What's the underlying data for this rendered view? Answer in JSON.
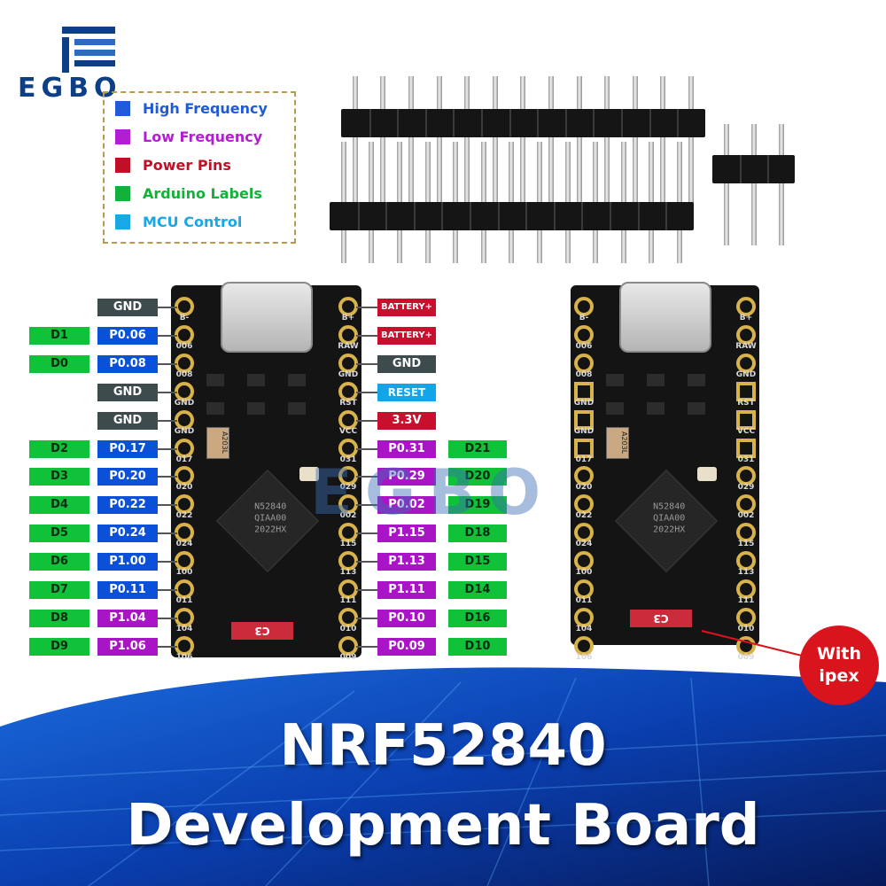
{
  "brand": {
    "logo_text": "EGBO",
    "colors": {
      "navy": "#0c3f86",
      "blue": "#2b6cc0"
    }
  },
  "legend": {
    "items": [
      {
        "label": "High Frequency",
        "color": "#1f5ad8"
      },
      {
        "label": "Low Frequency",
        "color": "#b31fd0"
      },
      {
        "label": "Power Pins",
        "color": "#c01028"
      },
      {
        "label": "Arduino Labels",
        "color": "#13b13a"
      },
      {
        "label": "MCU Control",
        "color": "#1aa7e6"
      }
    ]
  },
  "board_left": {
    "chip_text": [
      "N52840",
      "QIAA00",
      "2022HX"
    ],
    "crystal_text": "A203L",
    "cap_label": "C3",
    "silk_left": [
      "B-",
      "006",
      "008",
      "GND",
      "GND",
      "017",
      "020",
      "022",
      "024",
      "100",
      "011",
      "104",
      "106"
    ],
    "silk_right": [
      "B+",
      "RAW",
      "GND",
      "RST",
      "VCC",
      "031",
      "029",
      "002",
      "115",
      "113",
      "111",
      "010",
      "009"
    ]
  },
  "board_right": {
    "chip_text": [
      "N52840",
      "QIAA00",
      "2022HX"
    ],
    "crystal_text": "A203L",
    "cap_label": "C3",
    "silk_left": [
      "B-",
      "006",
      "008",
      "GND",
      "GND",
      "017",
      "020",
      "022",
      "024",
      "100",
      "011",
      "104",
      "106"
    ],
    "silk_right": [
      "B+",
      "RAW",
      "GND",
      "RST",
      "VCC",
      "031",
      "029",
      "002",
      "115",
      "113",
      "111",
      "010",
      "009"
    ]
  },
  "left_pins": [
    {
      "arduino": "",
      "mcu": "GND",
      "kind": "gnd"
    },
    {
      "arduino": "D1",
      "mcu": "P0.06",
      "kind": "high"
    },
    {
      "arduino": "D0",
      "mcu": "P0.08",
      "kind": "high"
    },
    {
      "arduino": "",
      "mcu": "GND",
      "kind": "gnd"
    },
    {
      "arduino": "",
      "mcu": "GND",
      "kind": "gnd"
    },
    {
      "arduino": "D2",
      "mcu": "P0.17",
      "kind": "high"
    },
    {
      "arduino": "D3",
      "mcu": "P0.20",
      "kind": "high"
    },
    {
      "arduino": "D4",
      "mcu": "P0.22",
      "kind": "high"
    },
    {
      "arduino": "D5",
      "mcu": "P0.24",
      "kind": "high"
    },
    {
      "arduino": "D6",
      "mcu": "P1.00",
      "kind": "high"
    },
    {
      "arduino": "D7",
      "mcu": "P0.11",
      "kind": "high"
    },
    {
      "arduino": "D8",
      "mcu": "P1.04",
      "kind": "low"
    },
    {
      "arduino": "D9",
      "mcu": "P1.06",
      "kind": "low"
    }
  ],
  "right_pins": [
    {
      "mcu": "BATTERY+",
      "arduino": "",
      "kind": "pwr"
    },
    {
      "mcu": "BATTERY+",
      "arduino": "",
      "kind": "pwr"
    },
    {
      "mcu": "GND",
      "arduino": "",
      "kind": "gnd"
    },
    {
      "mcu": "RESET",
      "arduino": "",
      "kind": "mcu"
    },
    {
      "mcu": "3.3V",
      "arduino": "",
      "kind": "b3"
    },
    {
      "mcu": "P0.31",
      "arduino": "D21",
      "kind": "low"
    },
    {
      "mcu": "P0.29",
      "arduino": "D20",
      "kind": "low"
    },
    {
      "mcu": "P0.02",
      "arduino": "D19",
      "kind": "low"
    },
    {
      "mcu": "P1.15",
      "arduino": "D18",
      "kind": "low"
    },
    {
      "mcu": "P1.13",
      "arduino": "D15",
      "kind": "low"
    },
    {
      "mcu": "P1.11",
      "arduino": "D14",
      "kind": "low"
    },
    {
      "mcu": "P0.10",
      "arduino": "D16",
      "kind": "low"
    },
    {
      "mcu": "P0.09",
      "arduino": "D10",
      "kind": "low"
    }
  ],
  "badge": {
    "line1": "With",
    "line2": "ipex"
  },
  "title": {
    "line1": "NRF52840",
    "line2": "Development Board"
  },
  "watermark": "EGBO"
}
